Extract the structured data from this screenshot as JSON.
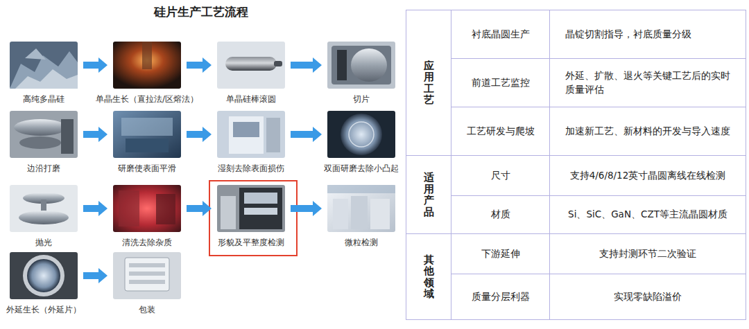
{
  "diagram": {
    "title": "硅片生产工艺流程",
    "nodes": [
      {
        "text": [
          "高纯多晶硅"
        ]
      },
      {
        "text": [
          "单晶生长（直拉法/区熔法）"
        ]
      },
      {
        "text": [
          "单晶硅棒滚圆"
        ]
      },
      {
        "text": [
          "切片"
        ]
      },
      {
        "text": [
          "边沿打磨"
        ]
      },
      {
        "text": [
          "研磨使表面平滑"
        ]
      },
      {
        "text": [
          "湿刻去除表面损伤"
        ]
      },
      {
        "text": [
          "双面研磨去除小凸起"
        ]
      },
      {
        "text": [
          "抛光"
        ]
      },
      {
        "text": [
          "清洗去除杂质"
        ]
      },
      {
        "text": [
          "形貌及平整度检测"
        ]
      },
      {
        "text": [
          "微粒检测"
        ]
      },
      {
        "text": [
          "外延生长（外延片）"
        ]
      },
      {
        "text": [
          "包装"
        ]
      }
    ],
    "edges": [
      {
        "from": 0,
        "to": 1,
        "arrow": "to"
      },
      {
        "from": 1,
        "to": 2,
        "arrow": "to"
      },
      {
        "from": 2,
        "to": 3,
        "arrow": "to"
      },
      {
        "from": 4,
        "to": 5,
        "arrow": "to"
      },
      {
        "from": 5,
        "to": 6,
        "arrow": "to"
      },
      {
        "from": 6,
        "to": 7,
        "arrow": "to"
      },
      {
        "from": 8,
        "to": 9,
        "arrow": "to"
      },
      {
        "from": 9,
        "to": 10,
        "arrow": "to"
      },
      {
        "from": 10,
        "to": 11,
        "arrow": "to"
      },
      {
        "from": 12,
        "to": 13,
        "arrow": "to"
      }
    ],
    "labels": [
      "应用工艺",
      "衬底晶圆生产",
      "晶锭切割指导，衬底质量分级",
      "前道工艺监控",
      "外延、扩散、退火等关键工艺后的实时质量评估",
      "工艺研发与爬坡",
      "加速新工艺、新材料的开发与导入速度",
      "适用产品",
      "尺寸",
      "支持4/6/8/12英寸晶圆离线在线检测",
      "材质",
      "Si、SiC、GaN、CZT等主流晶圆材质",
      "其他领域",
      "下游延伸",
      "支持封测环节二次验证",
      "质量分层利器",
      "实现零缺陷溢价"
    ]
  }
}
